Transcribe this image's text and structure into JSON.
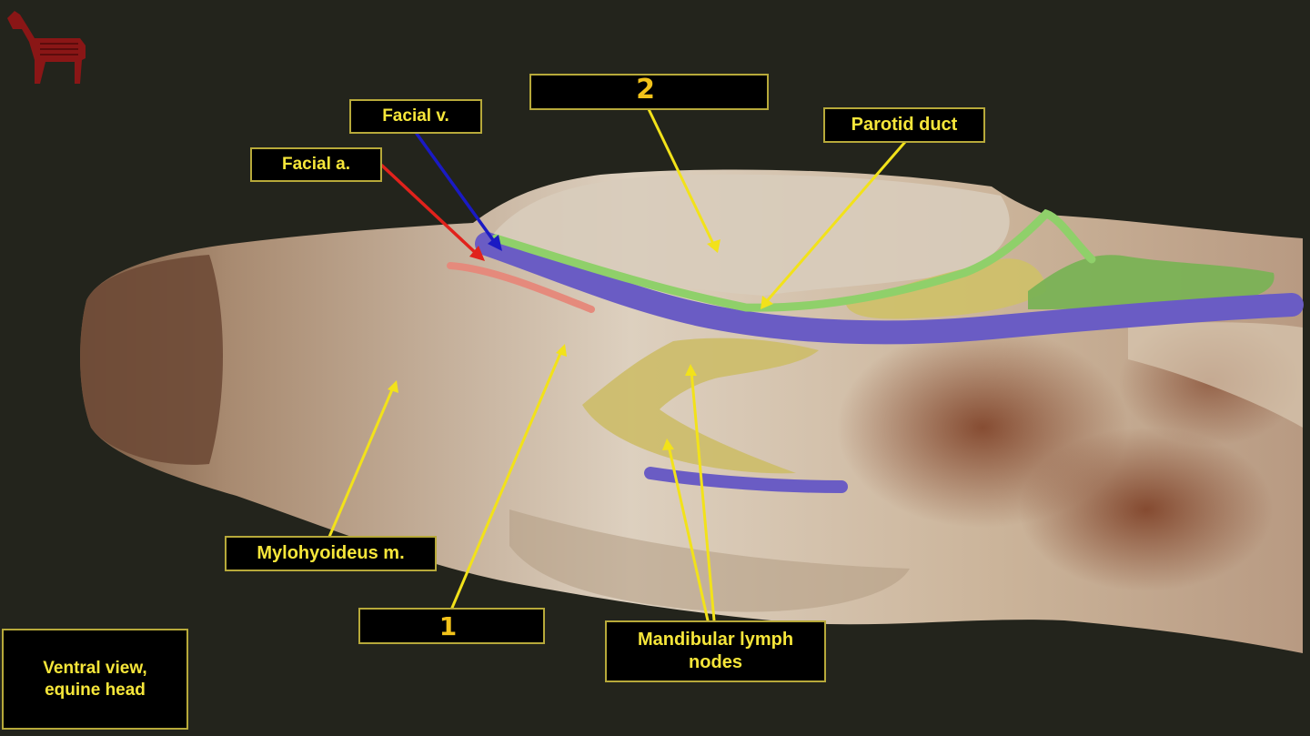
{
  "labels": {
    "facial_v": "Facial v.",
    "facial_a": "Facial a.",
    "parotid_duct": "Parotid duct",
    "unknown_2": "2",
    "mylohyoideus": "Mylohyoideus m.",
    "unknown_1": "1",
    "mandibular_line1": "Mandibular lymph",
    "mandibular_line2": "nodes",
    "caption_line1": "Ventral view,",
    "caption_line2": "equine head"
  },
  "icons": {
    "logo": "horse-logo-icon"
  },
  "colors": {
    "background": "#23241c",
    "label_text": "#f6e63a",
    "label_border": "#b7a93a",
    "pointer_yellow": "#f2e21a",
    "facial_artery": "#e1221c",
    "facial_vein": "#1a1ac4",
    "vein_fill": "#6a5cc4",
    "duct_fill": "#8fd06a",
    "lymph_fill": "#cfc06a",
    "logo": "#8a1616"
  }
}
